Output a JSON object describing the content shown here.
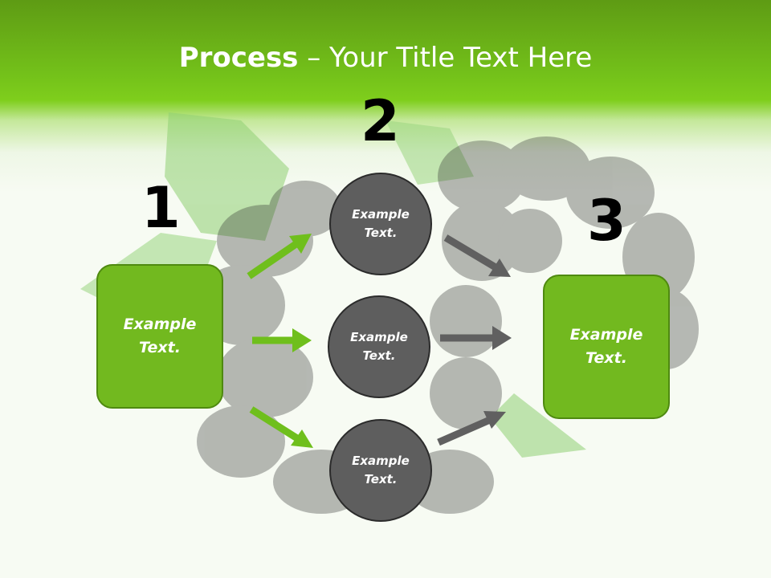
{
  "title": {
    "bold": "Process",
    "rest": " – Your Title Text Here"
  },
  "steps": {
    "one": "1",
    "two": "2",
    "three": "3"
  },
  "left_box": {
    "text": "Example\nText."
  },
  "right_box": {
    "text": "Example\nText."
  },
  "circles": [
    {
      "text": "Example\nText."
    },
    {
      "text": "Example\nText."
    },
    {
      "text": "Example\nText."
    }
  ],
  "colors": {
    "header_green": "#74c21a",
    "box_green": "#72b91f",
    "circle_gray": "#5e5e5e",
    "arrow_green": "#6fbf1c",
    "arrow_gray": "#606060"
  }
}
